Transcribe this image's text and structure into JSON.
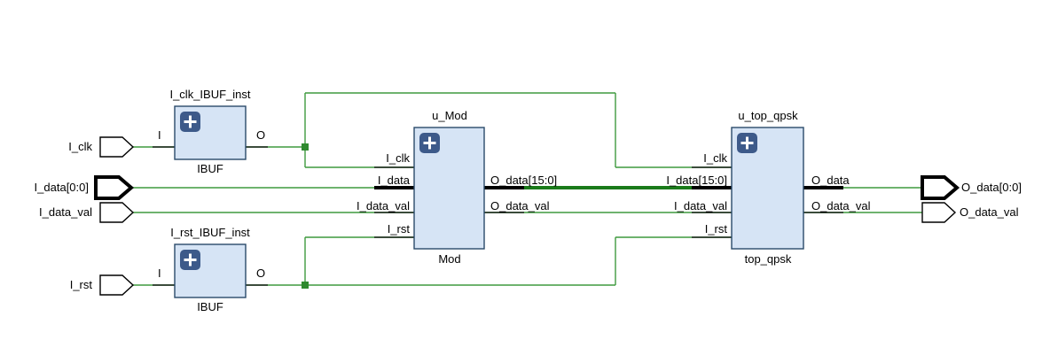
{
  "diagram": {
    "type": "rtl-schematic",
    "title": "",
    "background_color": "#ffffff",
    "wire_color": "#3f9a3f",
    "bus_wire_color": "#1a7a1a",
    "block_fill_color": "#d6e4f5",
    "block_border_color": "#2a4a6a",
    "plus_badge_color": "#3d5a8a",
    "text_color": "#000000"
  },
  "input_ports": [
    {
      "name": "I_clk",
      "label": "I_clk",
      "bus": false
    },
    {
      "name": "I_data",
      "label": "I_data[0:0]",
      "bus": true
    },
    {
      "name": "I_data_val",
      "label": "I_data_val",
      "bus": false
    },
    {
      "name": "I_rst",
      "label": "I_rst",
      "bus": false
    }
  ],
  "output_ports": [
    {
      "name": "O_data",
      "label": "O_data[0:0]",
      "bus": true
    },
    {
      "name": "O_data_val",
      "label": "O_data_val",
      "bus": false
    }
  ],
  "blocks": [
    {
      "id": "I_clk_IBUF_inst",
      "instance_label": "I_clk_IBUF_inst",
      "type_label": "IBUF",
      "badge": "+",
      "input_pins": [
        {
          "label": "I"
        }
      ],
      "output_pins": [
        {
          "label": "O"
        }
      ]
    },
    {
      "id": "I_rst_IBUF_inst",
      "instance_label": "I_rst_IBUF_inst",
      "type_label": "IBUF",
      "badge": "+",
      "input_pins": [
        {
          "label": "I"
        }
      ],
      "output_pins": [
        {
          "label": "O"
        }
      ]
    },
    {
      "id": "u_Mod",
      "instance_label": "u_Mod",
      "type_label": "Mod",
      "badge": "+",
      "input_pins": [
        {
          "label": "I_clk",
          "bus": false
        },
        {
          "label": "I_data",
          "bus": true
        },
        {
          "label": "I_data_val",
          "bus": false
        },
        {
          "label": "I_rst",
          "bus": false
        }
      ],
      "output_pins": [
        {
          "label": "O_data[15:0]",
          "bus": true
        },
        {
          "label": "O_data_val",
          "bus": false
        }
      ]
    },
    {
      "id": "u_top_qpsk",
      "instance_label": "u_top_qpsk",
      "type_label": "top_qpsk",
      "badge": "+",
      "input_pins": [
        {
          "label": "I_clk",
          "bus": false
        },
        {
          "label": "I_data[15:0]",
          "bus": true
        },
        {
          "label": "I_data_val",
          "bus": false
        },
        {
          "label": "I_rst",
          "bus": false
        }
      ],
      "output_pins": [
        {
          "label": "O_data",
          "bus": false
        },
        {
          "label": "O_data_val",
          "bus": false
        }
      ]
    }
  ],
  "nets": [
    {
      "name": "I_clk-net",
      "from": "I_clk port",
      "to": "I_clk_IBUF_inst.I"
    },
    {
      "name": "I_clk_IBUF",
      "from": "I_clk_IBUF_inst.O",
      "to": "u_Mod.I_clk / u_top_qpsk.I_clk",
      "has_junction": true
    },
    {
      "name": "I_data-net",
      "from": "I_data port",
      "to": "u_Mod.I_data",
      "bus": true
    },
    {
      "name": "I_data_val-net",
      "from": "I_data_val port",
      "to": "u_Mod.I_data_val"
    },
    {
      "name": "I_rst-net",
      "from": "I_rst port",
      "to": "I_rst_IBUF_inst.I"
    },
    {
      "name": "I_rst_IBUF",
      "from": "I_rst_IBUF_inst.O",
      "to": "u_Mod.I_rst / u_top_qpsk.I_rst",
      "has_junction": true
    },
    {
      "name": "mod_data_bus",
      "from": "u_Mod.O_data[15:0]",
      "to": "u_top_qpsk.I_data[15:0]",
      "bus": true
    },
    {
      "name": "mod_data_val",
      "from": "u_Mod.O_data_val",
      "to": "u_top_qpsk.I_data_val"
    },
    {
      "name": "O_data-net",
      "from": "u_top_qpsk.O_data",
      "to": "O_data port"
    },
    {
      "name": "O_data_val-net",
      "from": "u_top_qpsk.O_data_val",
      "to": "O_data_val port"
    }
  ]
}
